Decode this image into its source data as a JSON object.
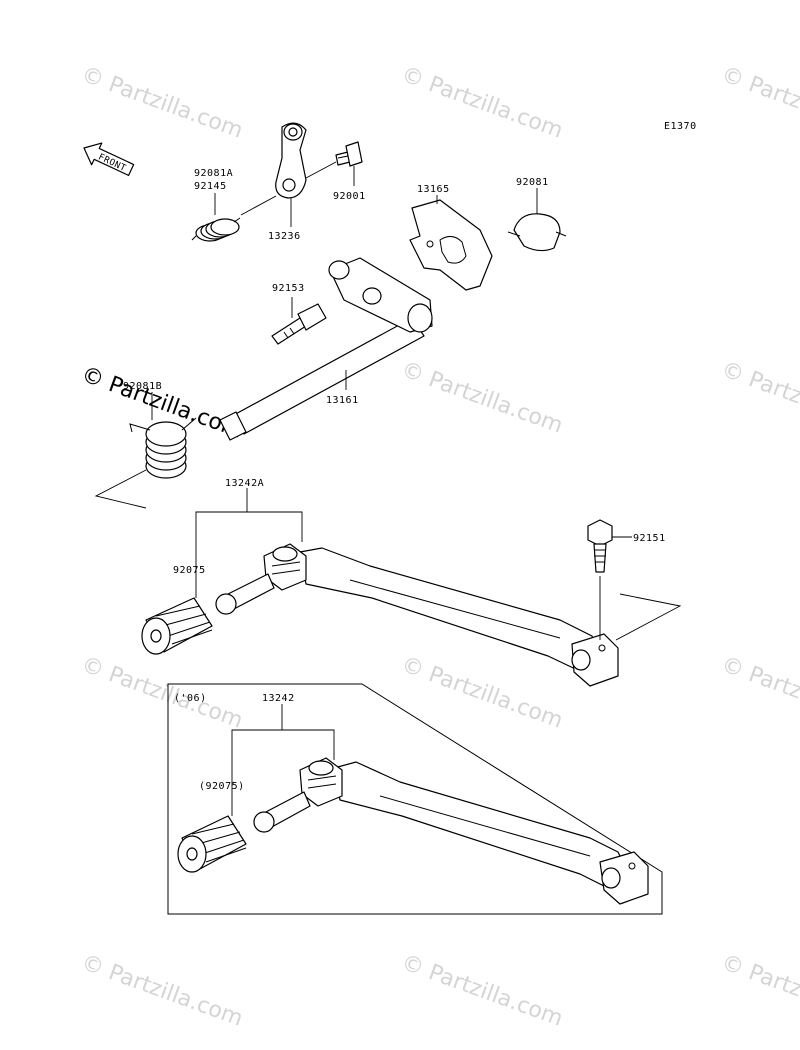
{
  "diagram_code": "E1370",
  "front_label": "FRONT",
  "watermark_text": "© Partzilla.com",
  "inset_note": "('06)",
  "parts": {
    "spring_a_label_1": "92081A",
    "spring_a_label_2": "92145",
    "lever": "13236",
    "bolt_top": "92001",
    "plate": "13165",
    "clip": "92081",
    "pin": "92153",
    "shaft": "13161",
    "spring_b": "92081B",
    "pedal_assy": "13242A",
    "rubber": "92075",
    "bolt_pedal": "92151",
    "inset_pedal_assy": "13242",
    "inset_rubber": "(92075)"
  },
  "colors": {
    "line": "#000000",
    "watermark": "#d4d4d4"
  }
}
